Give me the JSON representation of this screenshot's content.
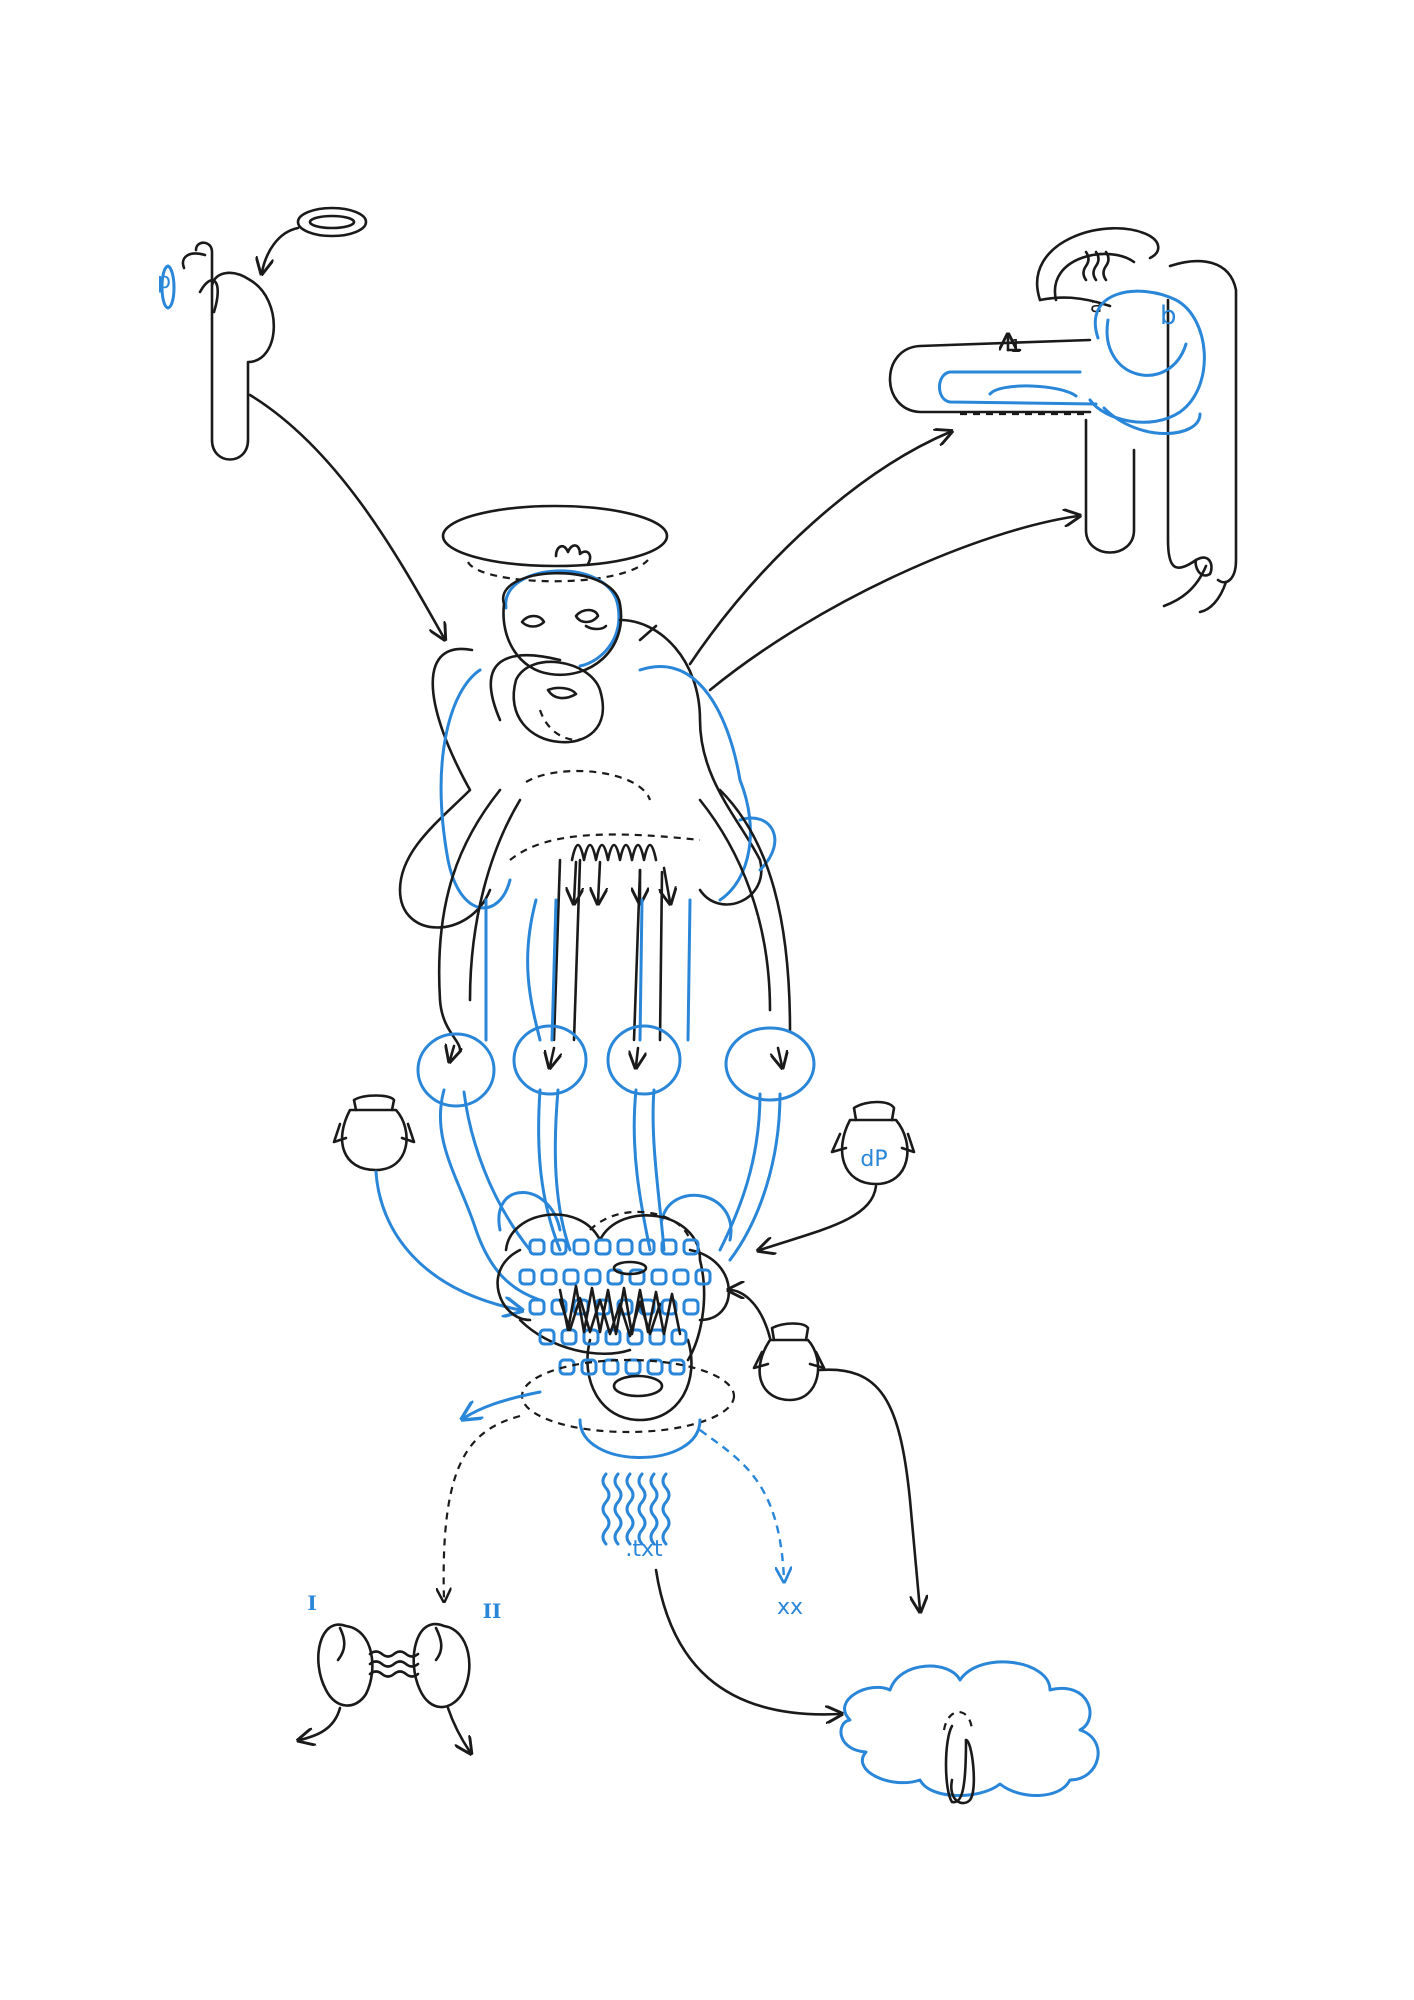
{
  "artwork": {
    "style": "hand-drawn ink diagram",
    "colors": {
      "ink_black": "#1a1a1a",
      "ink_blue": "#2a86d8",
      "paper": "#ffffff"
    }
  },
  "labels": {
    "top_left_mark": "p",
    "top_right_black": "a",
    "top_right_blue": "b",
    "top_right_arrow_tag": "1",
    "right_pod": "dP",
    "drip_text": ".txt",
    "dashed_end": "xx",
    "seed_one": "I",
    "seed_two": "II"
  }
}
